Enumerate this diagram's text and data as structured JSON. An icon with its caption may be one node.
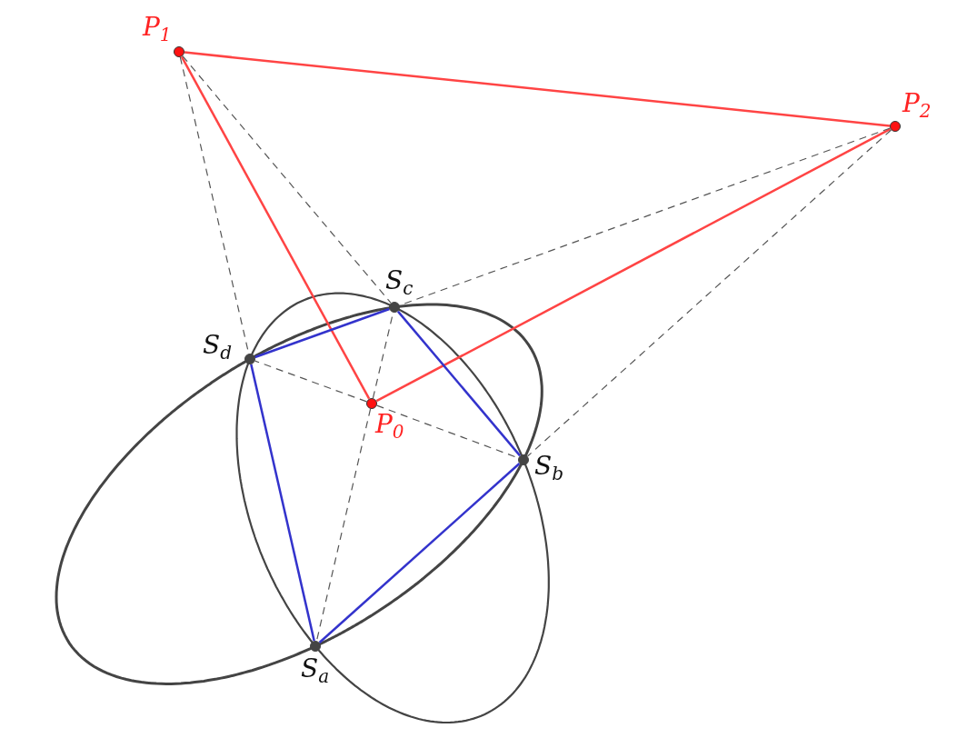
{
  "diagram": {
    "nodes": [
      {
        "text": [
          "P$_{1}$"
        ]
      },
      {
        "text": [
          "P$_{2}$"
        ]
      },
      {
        "text": [
          "S$_{c}$"
        ]
      },
      {
        "text": [
          "S$_{d}$"
        ]
      },
      {
        "text": [
          "P$_{0}$"
        ]
      },
      {
        "text": [
          "S$_{b}$"
        ]
      },
      {
        "text": [
          "S$_{a}$"
        ]
      }
    ],
    "edges": [
      {
        "from": 0,
        "to": 1,
        "arrow": "none",
        "color": "#ff4444"
      },
      {
        "from": 0,
        "to": 4,
        "arrow": "none",
        "color": "#ff4444"
      },
      {
        "from": 1,
        "to": 4,
        "arrow": "none",
        "color": "#ff4444"
      },
      {
        "from": 0,
        "to": 3,
        "arrow": "none",
        "style": "dashed"
      },
      {
        "from": 0,
        "to": 2,
        "arrow": "none",
        "style": "dashed"
      },
      {
        "from": 1,
        "to": 2,
        "arrow": "none",
        "style": "dashed"
      },
      {
        "from": 1,
        "to": 5,
        "arrow": "none",
        "style": "dashed"
      },
      {
        "from": 4,
        "to": 3,
        "arrow": "none",
        "style": "dashed"
      },
      {
        "from": 4,
        "to": 2,
        "arrow": "none",
        "style": "dashed"
      },
      {
        "from": 4,
        "to": 5,
        "arrow": "none",
        "style": "dashed"
      },
      {
        "from": 4,
        "to": 6,
        "arrow": "none",
        "style": "dashed"
      },
      {
        "from": 3,
        "to": 2,
        "arrow": "none",
        "color": "#3333cc"
      },
      {
        "from": 2,
        "to": 5,
        "arrow": "none",
        "color": "#3333cc"
      },
      {
        "from": 5,
        "to": 6,
        "arrow": "none",
        "color": "#3333cc"
      },
      {
        "from": 6,
        "to": 3,
        "arrow": "none",
        "color": "#3333cc"
      }
    ]
  }
}
